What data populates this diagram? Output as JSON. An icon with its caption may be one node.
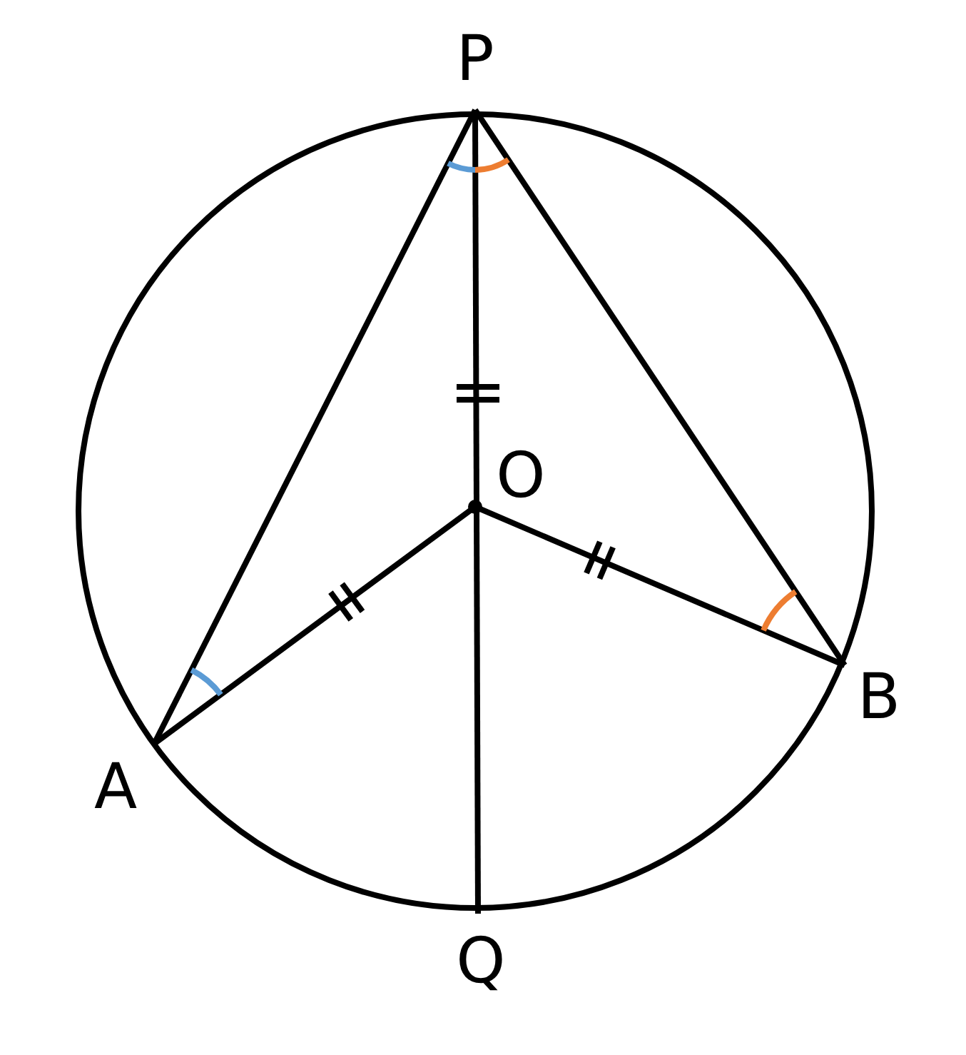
{
  "diagram": {
    "labels": [
      "P",
      "O",
      "B",
      "A",
      "Q"
    ]
  }
}
